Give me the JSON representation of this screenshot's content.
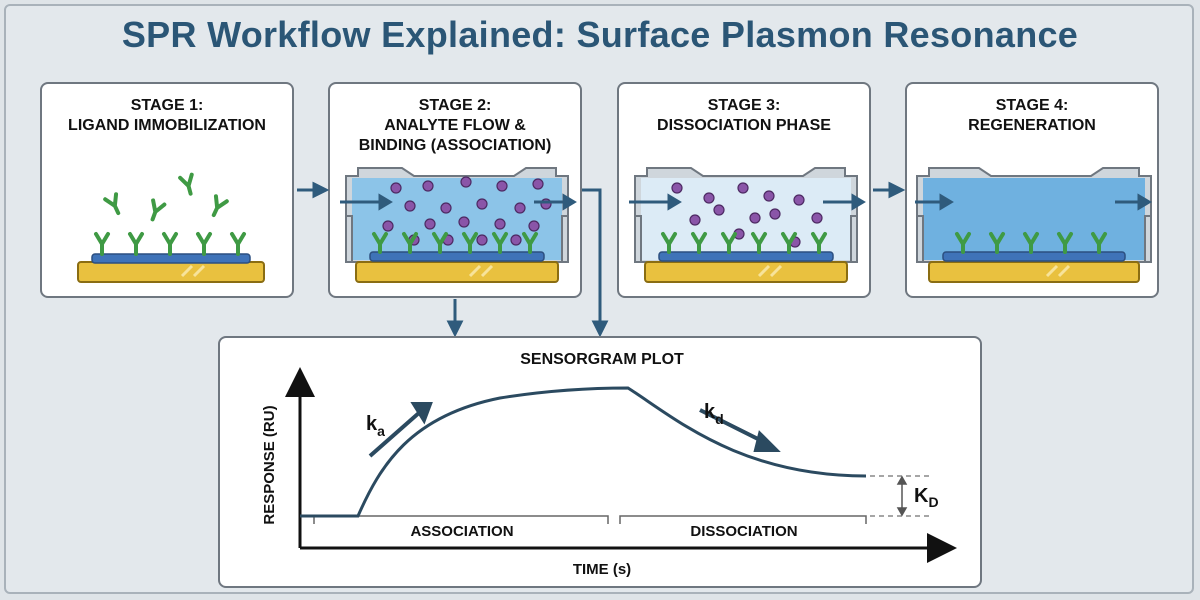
{
  "title": "SPR Workflow Explained: Surface Plasmon Resonance",
  "stages": [
    {
      "line1": "STAGE 1:",
      "line2": "LIGAND IMMOBILIZATION",
      "line3": ""
    },
    {
      "line1": "STAGE 2:",
      "line2": "ANALYTE FLOW &",
      "line3": "BINDING (ASSOCIATION)"
    },
    {
      "line1": "STAGE 3:",
      "line2": "DISSOCIATION PHASE",
      "line3": ""
    },
    {
      "line1": "STAGE 4:",
      "line2": "REGENERATION",
      "line3": ""
    }
  ],
  "sensorgram": {
    "title": "SENSORGRAM PLOT",
    "ylabel": "RESPONSE (RU)",
    "xlabel": "TIME (s)",
    "phase_association": "ASSOCIATION",
    "phase_dissociation": "DISSOCIATION",
    "ka": {
      "base": "k",
      "sub": "a"
    },
    "kd": {
      "base": "k",
      "sub": "d"
    },
    "KD": {
      "base": "K",
      "sub": "D"
    }
  },
  "colors": {
    "title": "#2b5676",
    "arrow": "#2f5b7c",
    "ligand": "#3f9a44",
    "analyte": "#8a55a8",
    "gold": "#e9c13f",
    "fluid": "#8cc4e8",
    "curve": "#2b4a60"
  }
}
